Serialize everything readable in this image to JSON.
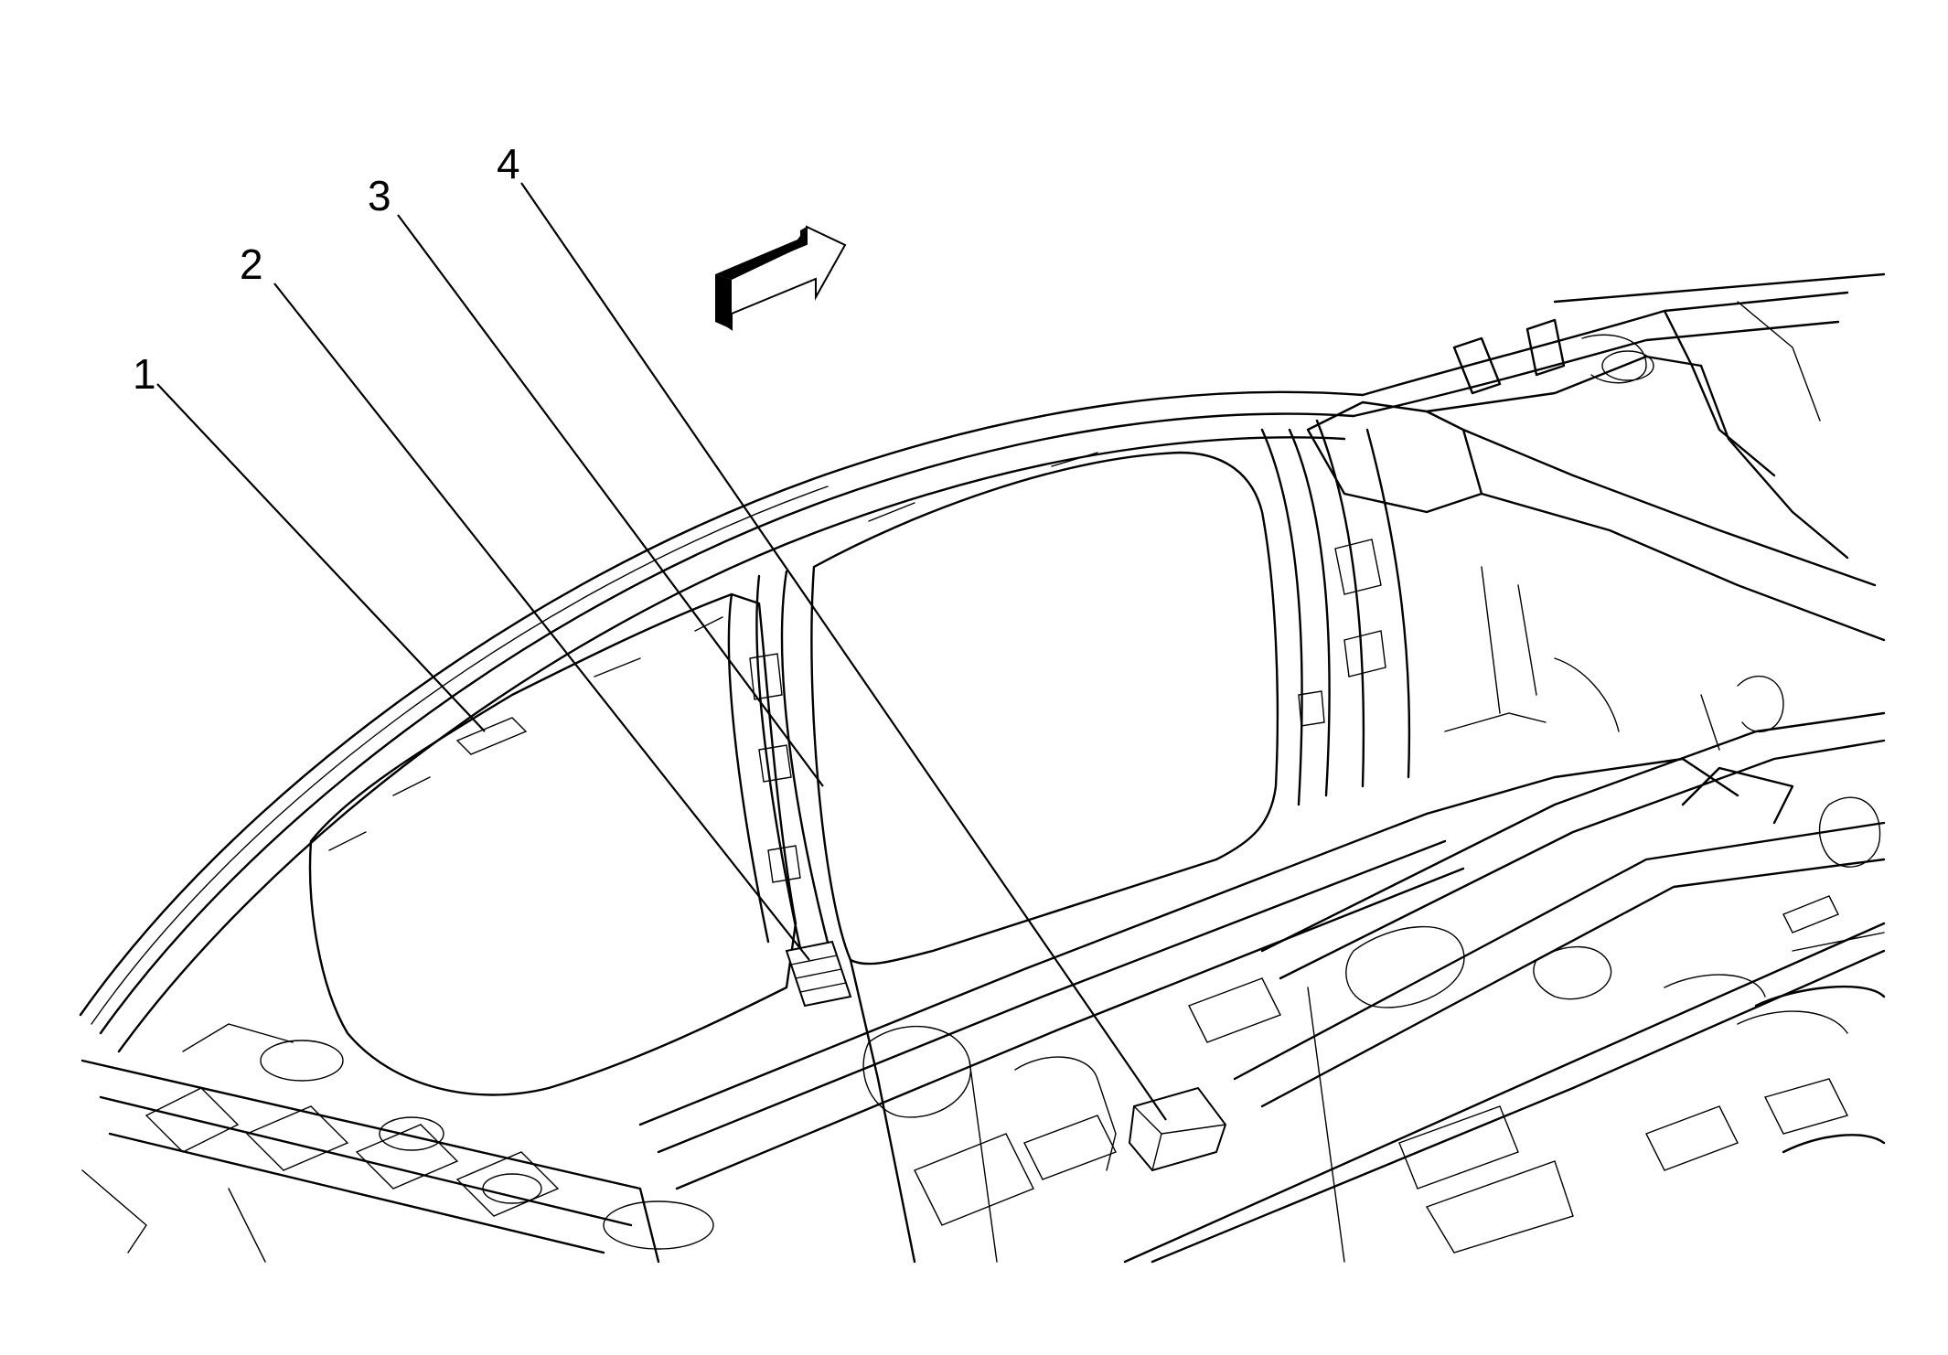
{
  "diagram": {
    "callouts": [
      {
        "id": "1",
        "label": "1"
      },
      {
        "id": "2",
        "label": "2"
      },
      {
        "id": "3",
        "label": "3"
      },
      {
        "id": "4",
        "label": "4"
      }
    ],
    "direction_arrow": {
      "icon": "front-direction-arrow-icon",
      "pointing": "up-right"
    },
    "colors": {
      "line": "#000000",
      "background": "#ffffff"
    }
  }
}
